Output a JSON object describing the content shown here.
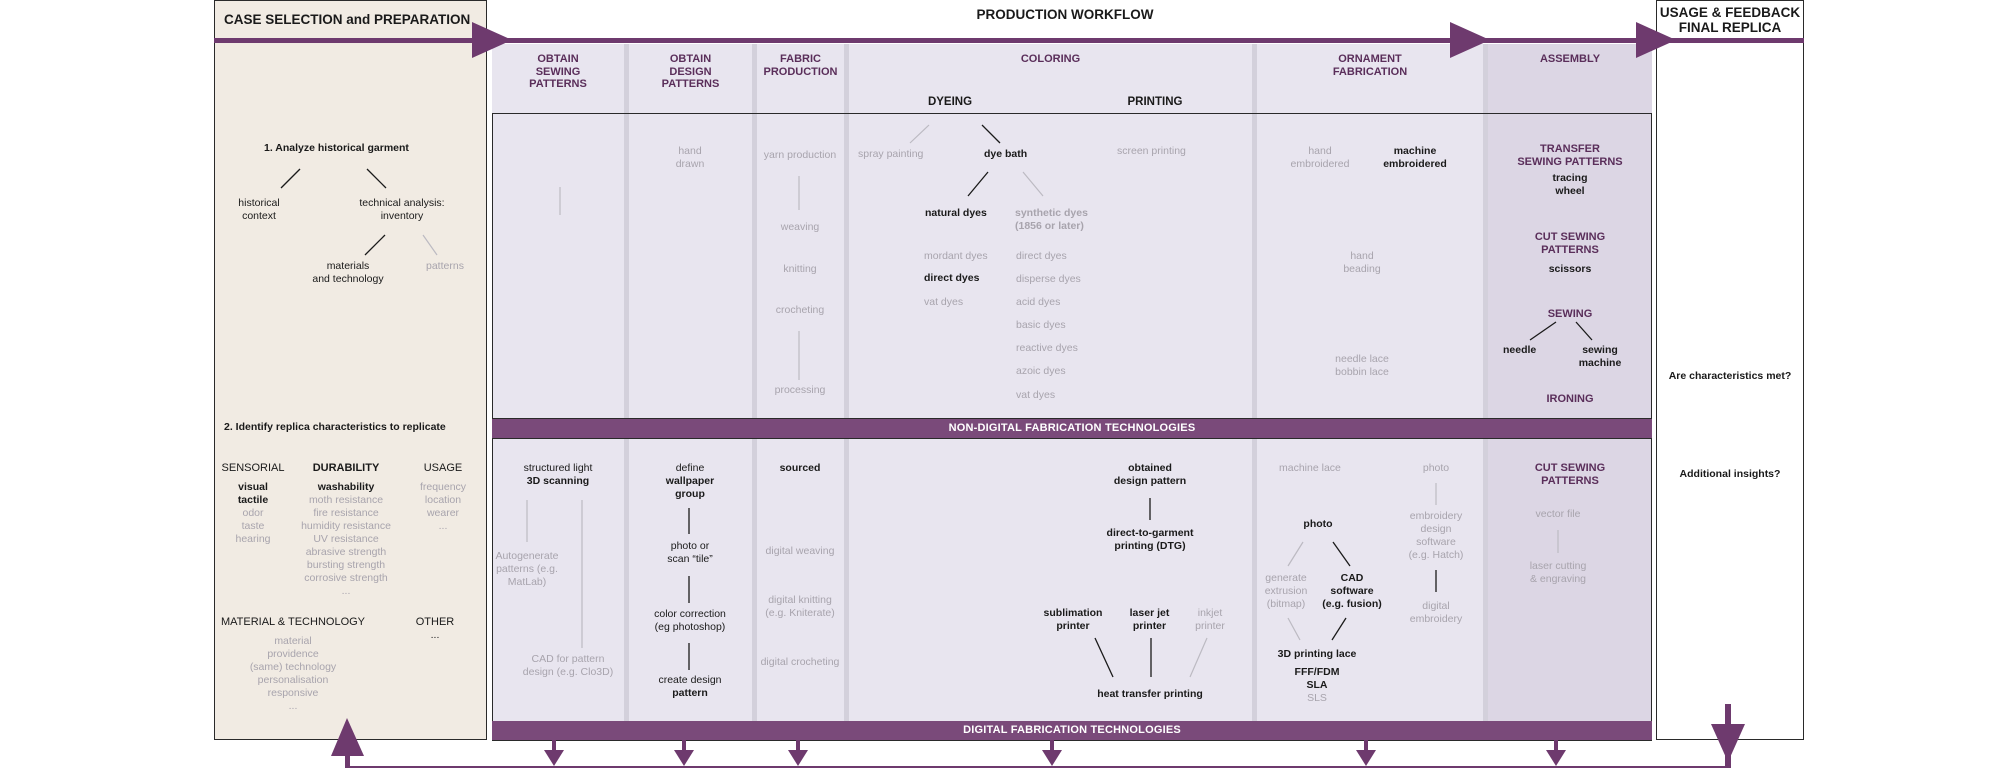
{
  "headers": {
    "case": "CASE SELECTION and PREPARATION",
    "production": "PRODUCTION WORKFLOW",
    "usage_line1": "USAGE & FEEDBACK",
    "usage_line2": "FINAL REPLICA"
  },
  "columns": {
    "sewing": [
      "OBTAIN",
      "SEWING",
      "PATTERNS"
    ],
    "design": [
      "OBTAIN",
      "DESIGN",
      "PATTERNS"
    ],
    "fabric": [
      "FABRIC",
      "PRODUCTION"
    ],
    "coloring": "COLORING",
    "dyeing": "DYEING",
    "printing": "PRINTING",
    "ornament": [
      "ORNAMENT",
      "FABRICATION"
    ],
    "assembly": "ASSEMBLY"
  },
  "bars": {
    "non_digital": "NON-DIGITAL FABRICATION TECHNOLOGIES",
    "digital": "DIGITAL FABRICATION TECHNOLOGIES"
  },
  "case": {
    "step1": "1. Analyze historical garment",
    "historical_context": [
      "historical",
      "context"
    ],
    "technical_analysis": [
      "technical analysis:",
      "inventory"
    ],
    "materials": [
      "materials",
      "and technology"
    ],
    "patterns": "patterns",
    "step2": "2. Identify replica characteristics to replicate",
    "sensorial": {
      "title": "SENSORIAL",
      "bold": [
        "visual",
        "tactile"
      ],
      "items": [
        "odor",
        "taste",
        "hearing"
      ]
    },
    "durability": {
      "title": "DURABILITY",
      "bold": [
        "washability"
      ],
      "items": [
        "moth resistance",
        "fire resistance",
        "humidity resistance",
        "UV resistance",
        "abrasive strength",
        "bursting strength",
        "corrosive strength",
        "..."
      ]
    },
    "usage": {
      "title": "USAGE",
      "items": [
        "frequency",
        "location",
        "wearer",
        "..."
      ]
    },
    "material_tech": {
      "title": "MATERIAL & TECHNOLOGY",
      "items": [
        "material",
        "providence",
        "(same) technology",
        "personalisation",
        "responsive",
        "..."
      ]
    },
    "other": {
      "title": "OTHER",
      "items": [
        "..."
      ]
    }
  },
  "nd": {
    "sewing": "SEWING",
    "design": [
      "hand",
      "drawn"
    ],
    "fabric": [
      "yarn production",
      "weaving",
      "knitting",
      "crocheting",
      "processing"
    ],
    "spray": "spray painting",
    "dye_bath": "dye bath",
    "natural_dyes": "natural dyes",
    "synthetic_dyes": [
      "synthetic dyes",
      "(1856 or later)"
    ],
    "natural_list": [
      "mordant dyes",
      "direct dyes",
      "vat dyes"
    ],
    "synthetic_list": [
      "direct dyes",
      "disperse dyes",
      "acid dyes",
      "basic dyes",
      "reactive dyes",
      "azoic dyes",
      "vat dyes"
    ],
    "screen_printing": "screen printing",
    "hand_embroidered": [
      "hand",
      "embroidered"
    ],
    "machine_embroidered": [
      "machine",
      "embroidered"
    ],
    "hand_beading": [
      "hand",
      "beading"
    ],
    "needle_lace": [
      "needle lace",
      "bobbin lace"
    ],
    "transfer": [
      "TRANSFER",
      "SEWING PATTERNS"
    ],
    "tracing": [
      "tracing",
      "wheel"
    ],
    "cut": [
      "CUT SEWING",
      "PATTERNS"
    ],
    "scissors": "scissors",
    "needle": "needle",
    "sewing_machine": [
      "sewing",
      "machine"
    ],
    "ironing": "IRONING"
  },
  "dg": {
    "sewing": {
      "a": [
        "structured light",
        "3D scanning"
      ],
      "b": [
        "Autogenerate",
        "patterns (e.g.",
        "MatLab)"
      ],
      "c": [
        "CAD for pattern",
        "design (e.g. Clo3D)"
      ]
    },
    "design": {
      "a": [
        "define",
        "wallpaper",
        "group"
      ],
      "b": [
        "photo or",
        "scan “tile”"
      ],
      "c": [
        "color correction",
        "(eg photoshop)"
      ],
      "d": [
        "create design",
        "pattern"
      ]
    },
    "fabric": [
      "sourced",
      "digital weaving",
      "digital knitting",
      "(e.g. Kniterate)",
      "digital crocheting"
    ],
    "obtained": [
      "obtained",
      "design pattern"
    ],
    "dtg": [
      "direct-to-garment",
      "printing (DTG)"
    ],
    "sublimation": [
      "sublimation",
      "printer"
    ],
    "laserjet": [
      "laser jet",
      "printer"
    ],
    "inkjet": [
      "inkjet",
      "printer"
    ],
    "heat_transfer": "heat transfer printing",
    "machine_lace": "machine lace",
    "photo_grey": "photo",
    "photo": "photo",
    "generate": [
      "generate",
      "extrusion",
      "(bitmap)"
    ],
    "cad": [
      "CAD",
      "software",
      "(e.g. fusion)"
    ],
    "embroidery_sw": [
      "embroidery",
      "design",
      "software",
      "(e.g. Hatch)"
    ],
    "printing_lace": "3D printing lace",
    "fff": [
      "FFF/FDM",
      "SLA"
    ],
    "sls": "SLS",
    "digital_embroidery": [
      "digital",
      "embroidery"
    ],
    "cut": [
      "CUT SEWING",
      "PATTERNS"
    ],
    "vector": "vector file",
    "laser": [
      "laser cutting",
      "& engraving"
    ]
  },
  "usage": {
    "q1": "Are characteristics met?",
    "q2": "Additional insights?"
  },
  "colors": {
    "accent": "#6e3a6e",
    "bar": "#7a4a7a",
    "case_bg": "#f1ebe3",
    "panel_bg": "#e8e5ef",
    "assembly_bg": "#dcd6e4"
  }
}
